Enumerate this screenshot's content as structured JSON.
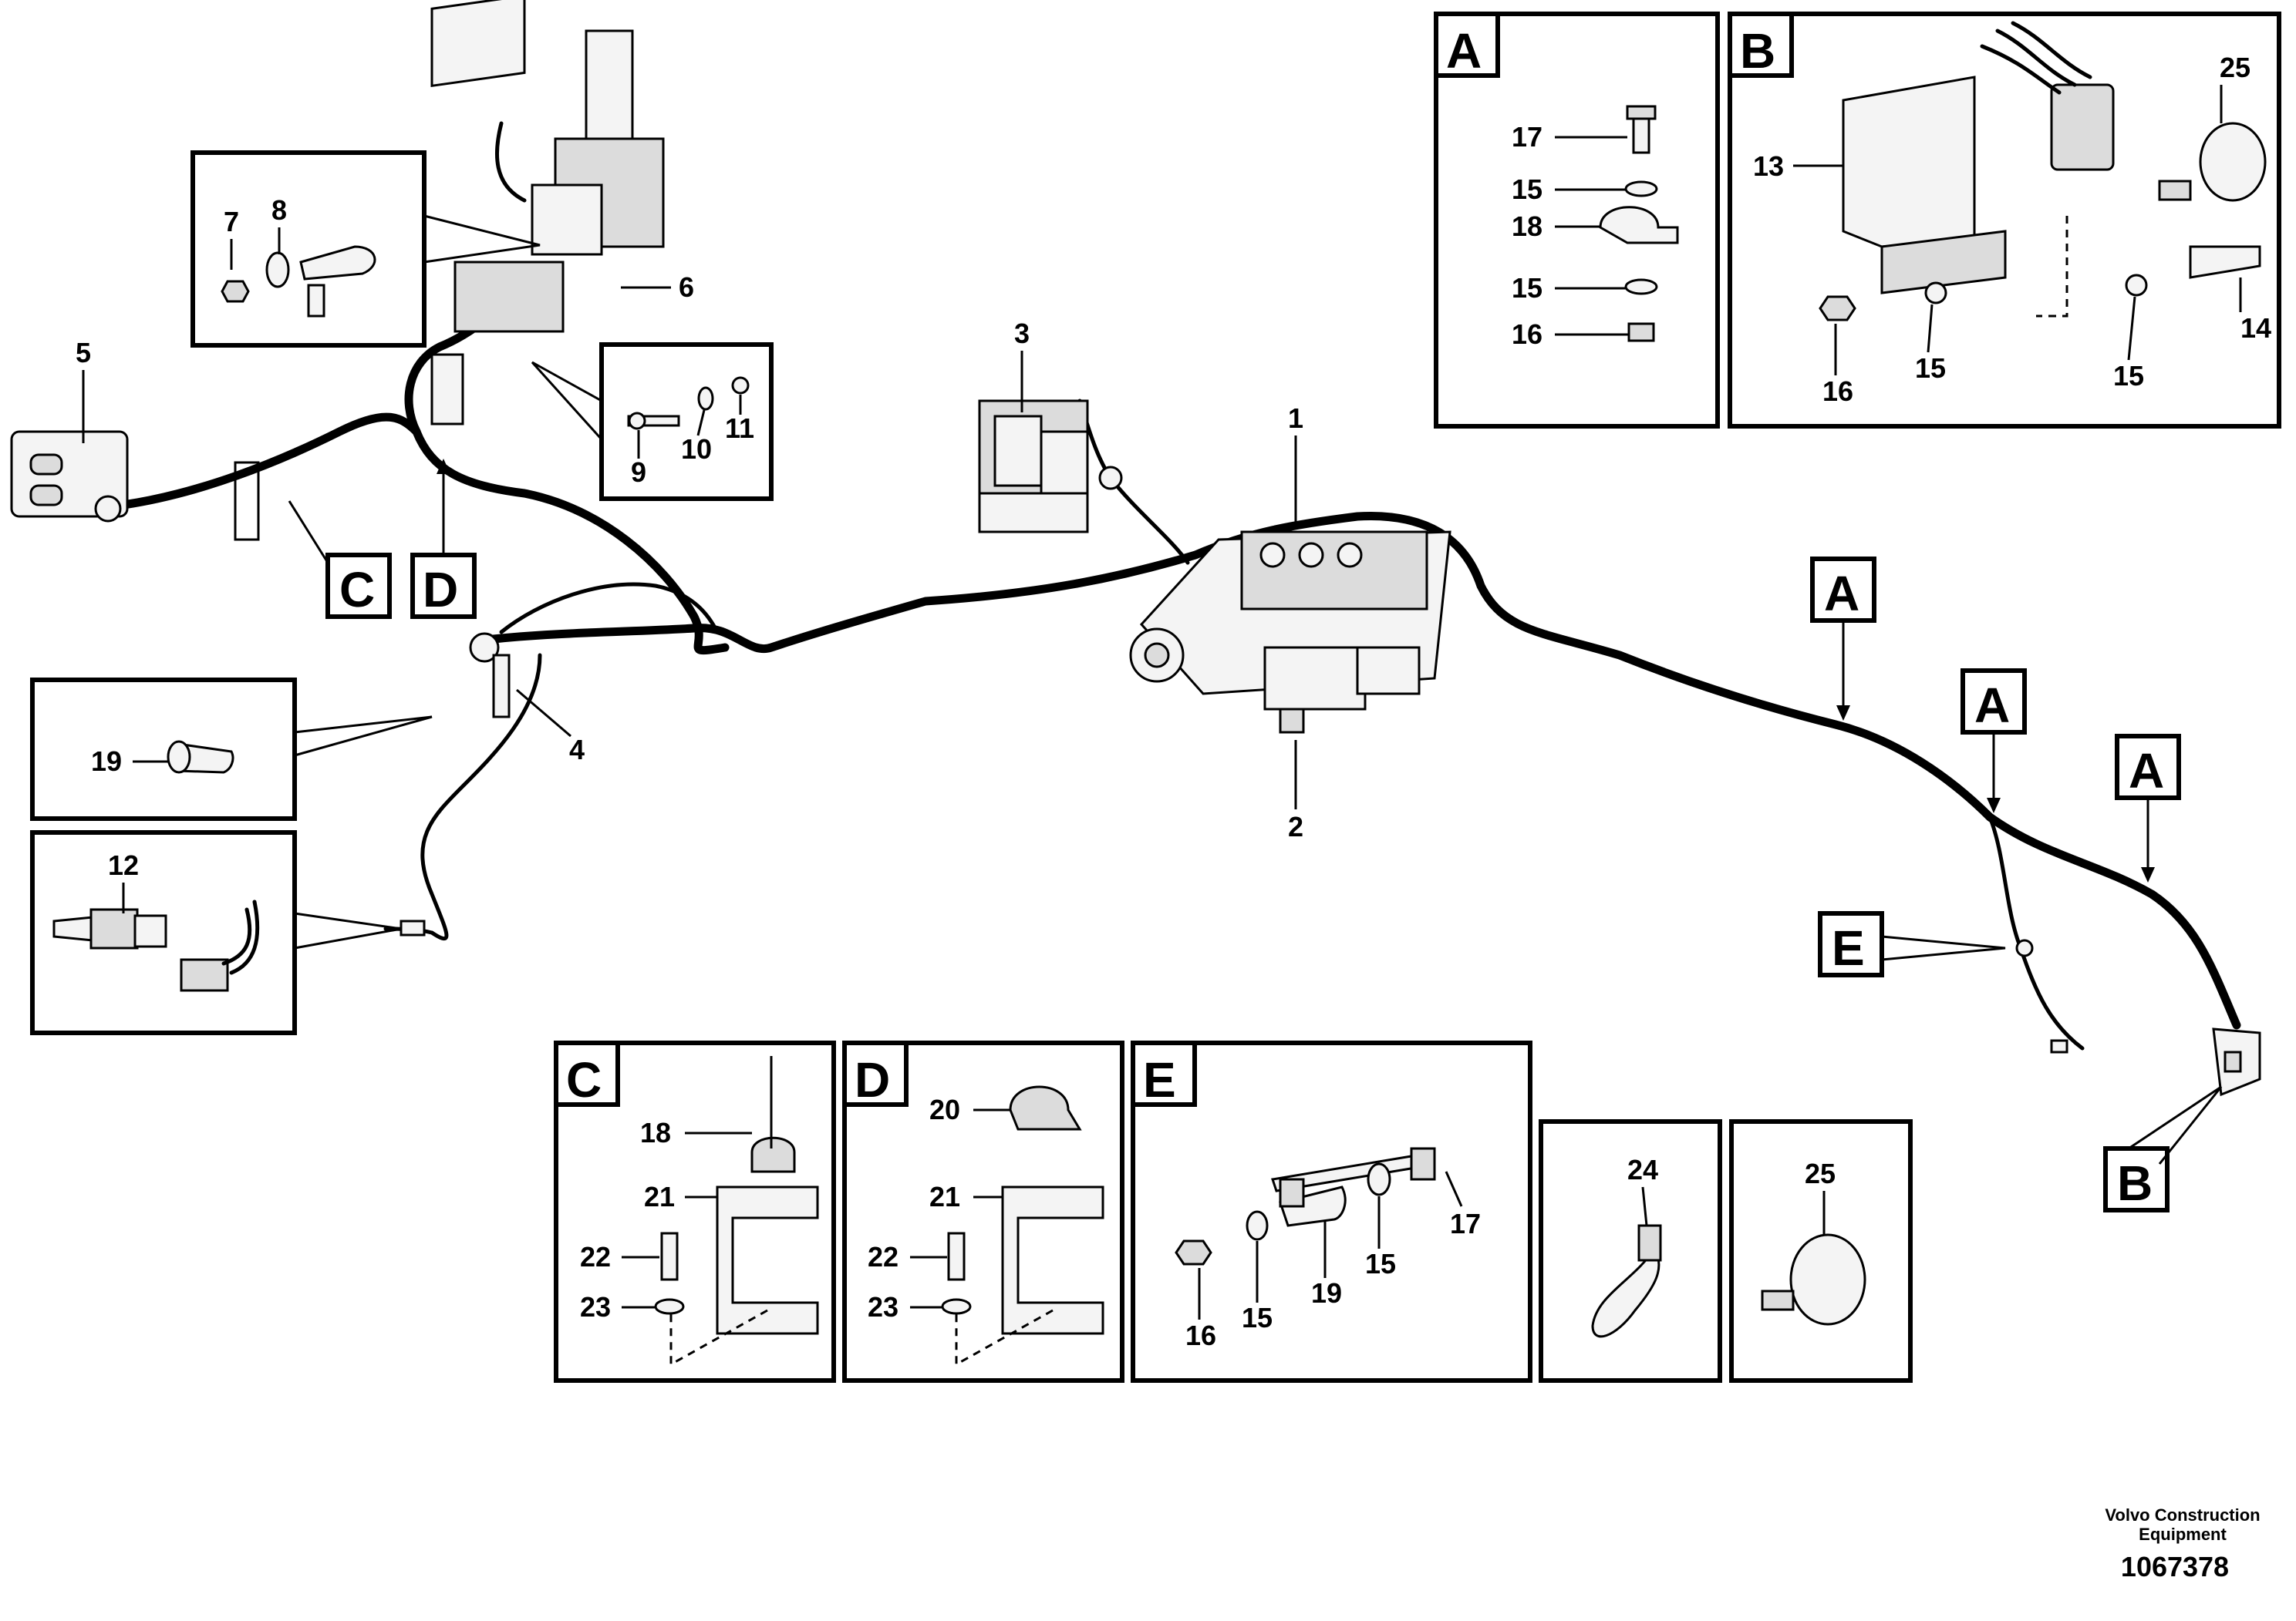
{
  "detail_A": {
    "letter": "A",
    "items": [
      "17",
      "15",
      "18",
      "15",
      "16"
    ]
  },
  "detail_B": {
    "letter": "B",
    "items": [
      "25",
      "13",
      "14",
      "16",
      "15",
      "15"
    ]
  },
  "detail_C": {
    "letter": "C",
    "items": [
      "18",
      "21",
      "22",
      "23"
    ]
  },
  "detail_D": {
    "letter": "D",
    "items": [
      "20",
      "21",
      "22",
      "23"
    ]
  },
  "detail_E": {
    "letter": "E",
    "items": [
      "17",
      "15",
      "19",
      "15",
      "16"
    ]
  },
  "detail_24": {
    "item": "24"
  },
  "detail_25": {
    "item": "25"
  },
  "detail_19": {
    "item": "19"
  },
  "detail_12": {
    "item": "12"
  },
  "main_labels": {
    "p1": "1",
    "p2": "2",
    "p3": "3",
    "p4": "4",
    "p5": "5",
    "p6": "6",
    "p7": "7",
    "p8": "8",
    "p9": "9",
    "p10": "10",
    "p11": "11"
  },
  "callouts": {
    "c": "C",
    "d": "D",
    "e": "E",
    "a1": "A",
    "a2": "A",
    "a3": "A",
    "b": "B"
  },
  "footer": {
    "line1": "Volvo Construction",
    "line2": "Equipment",
    "doc_number": "1067378"
  }
}
